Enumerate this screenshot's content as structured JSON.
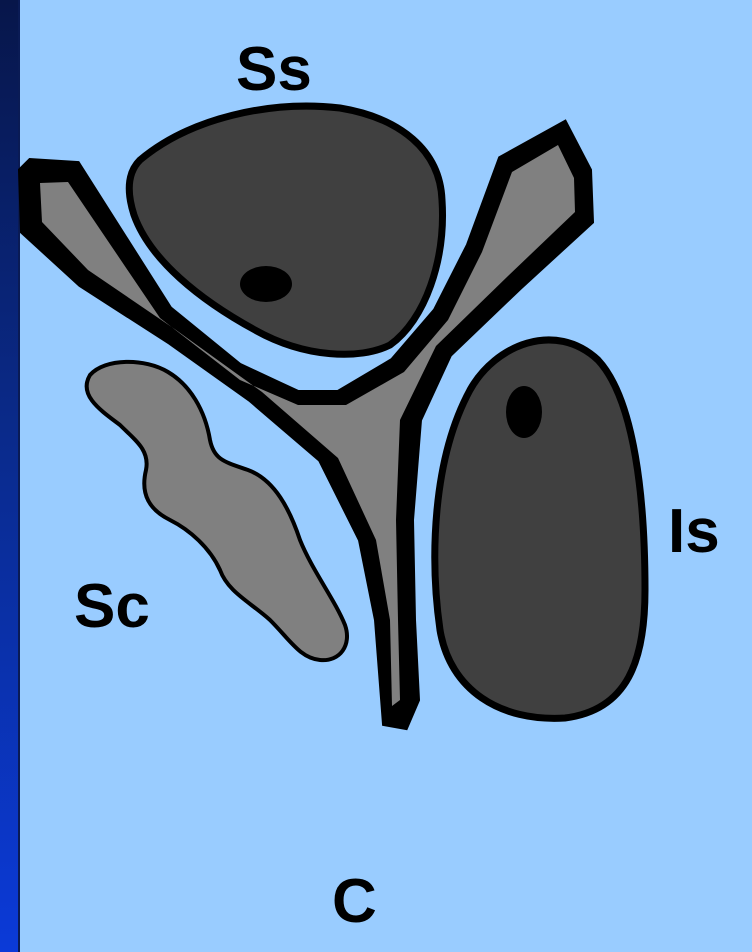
{
  "labels": {
    "ss": "Ss",
    "is": "Is",
    "sc": "Sc",
    "c": "C"
  },
  "colors": {
    "background_dark": "#0a2a8a",
    "panel": "#99ccff",
    "dark_region": "#404040",
    "mid_region": "#808080",
    "outline": "#000000"
  }
}
